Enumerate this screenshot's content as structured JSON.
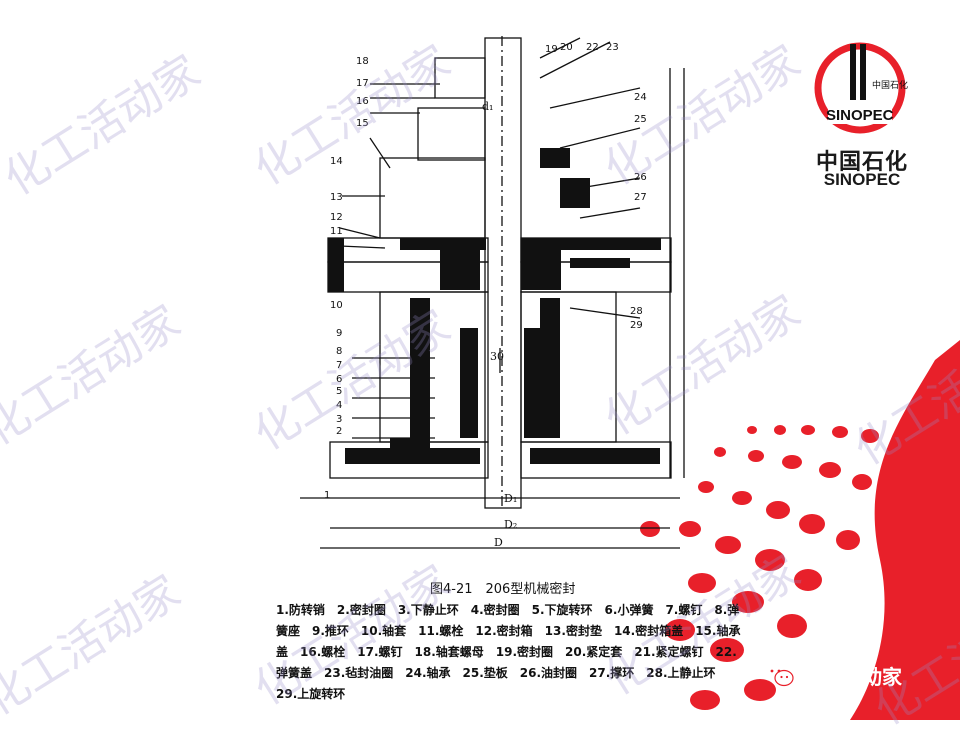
{
  "watermark": "化工活动家",
  "figure": {
    "caption": "图4-21　206型机械密封",
    "legend": "1.防转销　2.密封圈　3.下静止环　4.密封圈　5.下旋转环　6.小弹簧　7.螺钉　8.弹簧座　9.推环　10.轴套　11.螺栓　12.密封箱　13.密封垫　14.密封箱盖　15.轴承盖　16.螺栓　17.螺钉　18.轴套螺母　19.密封圈　20.紧定套　21.紧定螺钉　22.弹簧盖　23.毡封油圈　24.轴承　25.垫板　26.油封圈　27.撑环　28.上静止环　29.上旋转环",
    "part_numbers": [
      "18",
      "17",
      "16",
      "15",
      "14",
      "13",
      "12",
      "11",
      "10",
      "9",
      "8",
      "7",
      "6",
      "5",
      "4",
      "3",
      "2",
      "1",
      "19",
      "20",
      "22",
      "23",
      "24",
      "25",
      "26",
      "27",
      "28",
      "29"
    ],
    "dimension_labels": [
      "D₁",
      "d₁",
      "D₂",
      "D",
      "30"
    ]
  },
  "logo": {
    "cn": "中国石化",
    "en": "SINOPEC",
    "inner": "中国石化",
    "word": "SINOPEC"
  },
  "wechat": {
    "name": "化工活动家"
  },
  "colors": {
    "brand_red": "#e8202a",
    "ink": "#111111",
    "watermark": "#9a8ccc"
  }
}
